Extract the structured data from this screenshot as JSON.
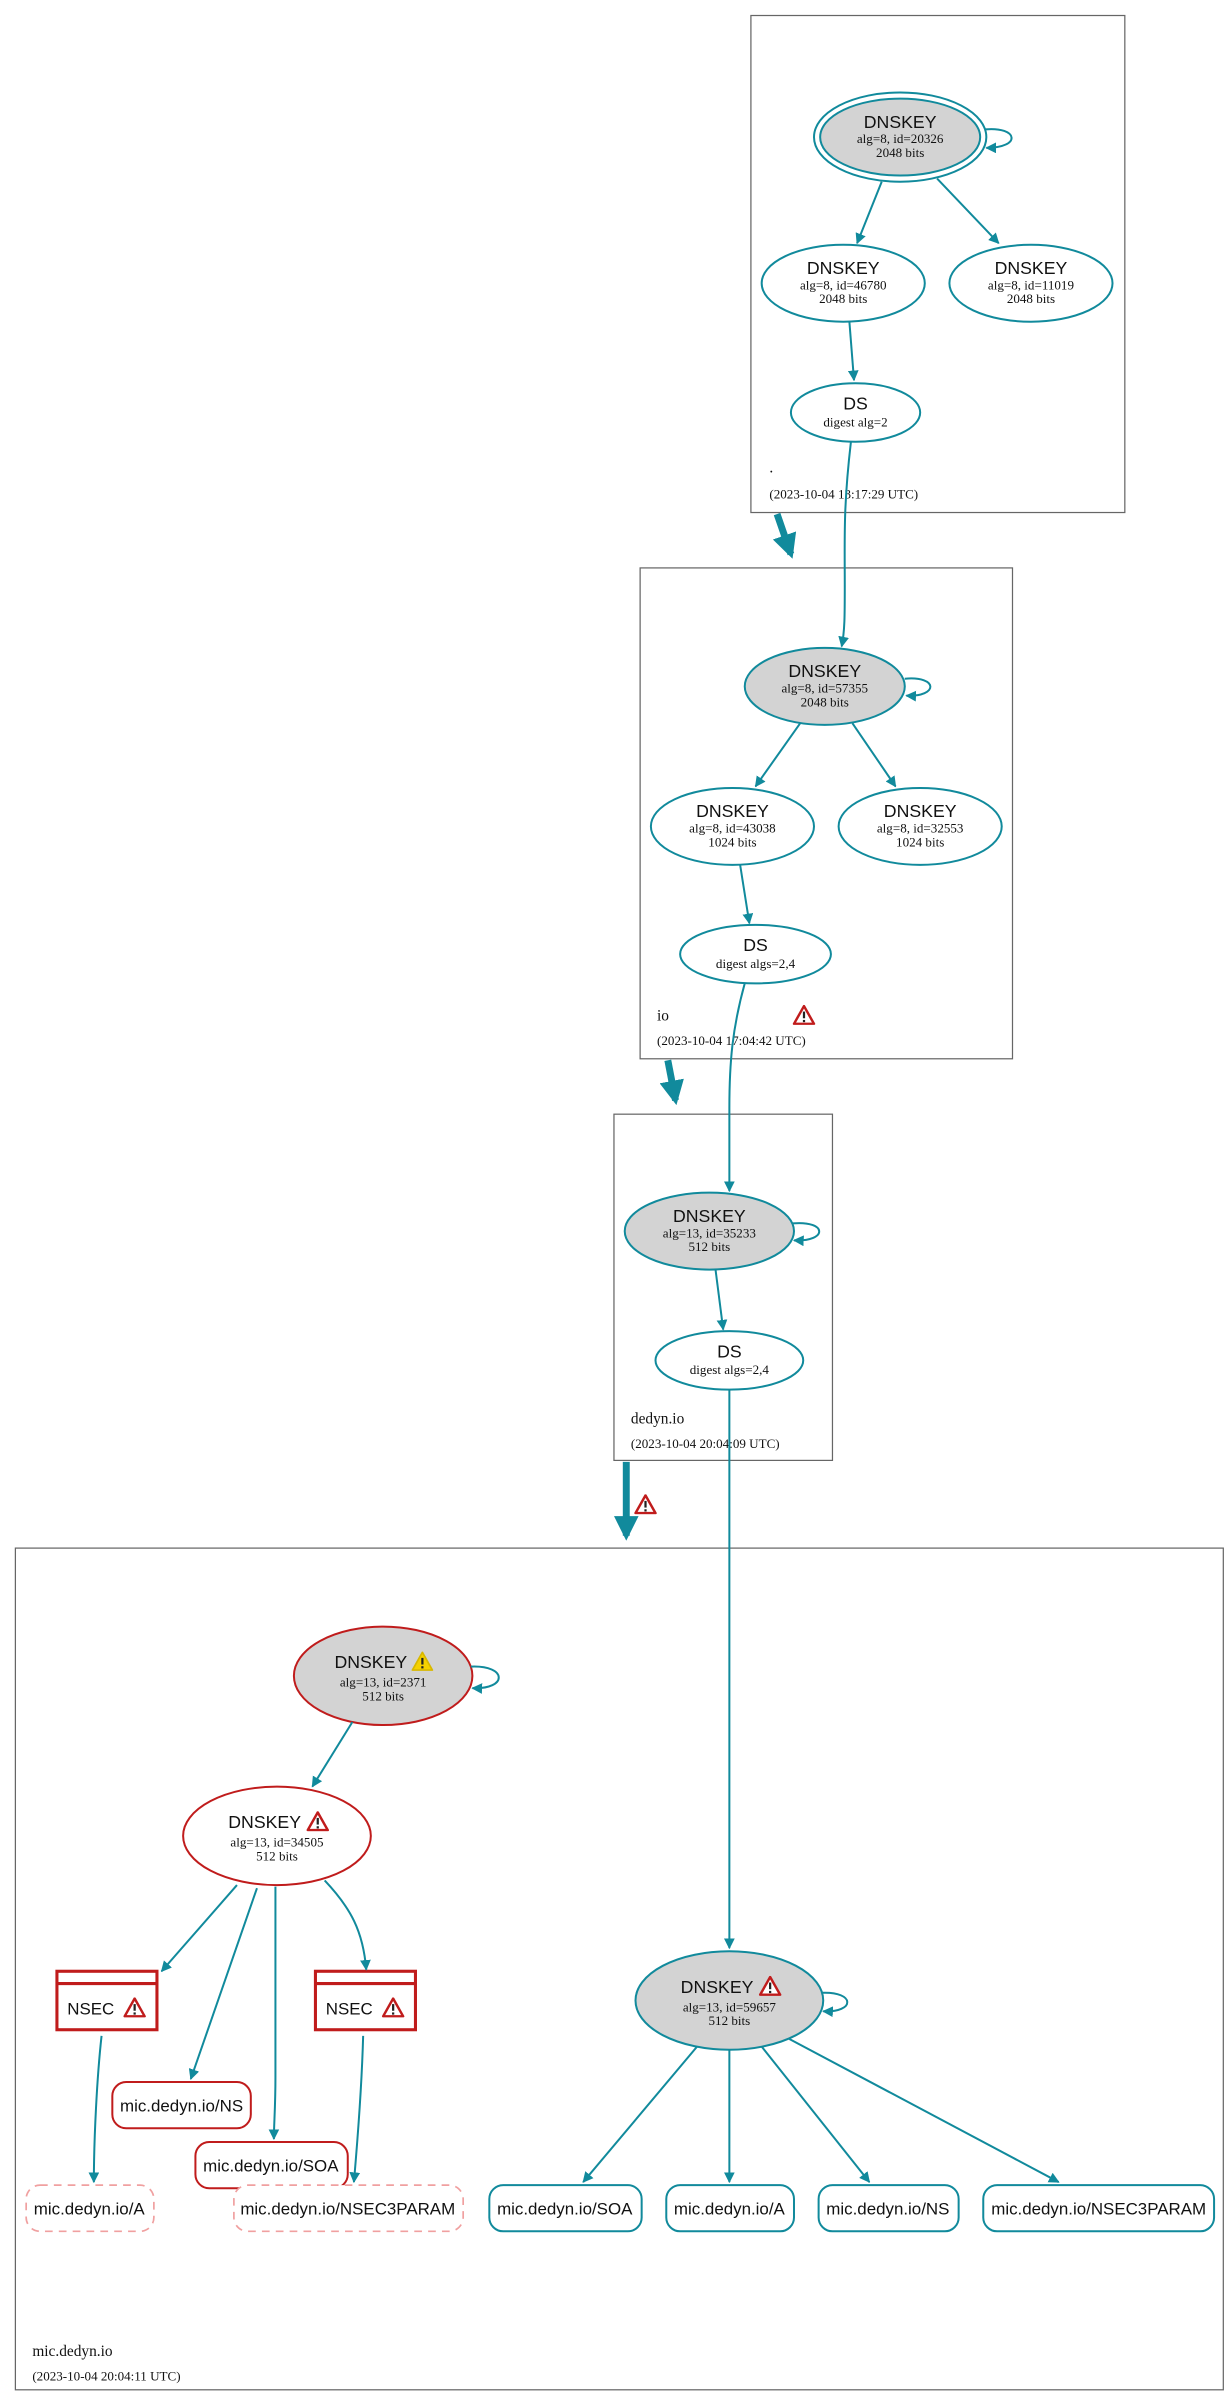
{
  "colors": {
    "teal": "#118a9c",
    "red": "#c01c1c",
    "key_fill": "#d3d3d3",
    "dashed": "#f0a0a0",
    "warning_yellow": "#f5d100"
  },
  "zones": [
    {
      "name": ".",
      "timestamp": "(2023-10-04 13:17:29 UTC)",
      "nodes": [
        {
          "type": "DNSKEY",
          "detail": "alg=8, id=20326",
          "bits": "2048 bits"
        },
        {
          "type": "DNSKEY",
          "detail": "alg=8, id=46780",
          "bits": "2048 bits"
        },
        {
          "type": "DNSKEY",
          "detail": "alg=8, id=11019",
          "bits": "2048 bits"
        },
        {
          "type": "DS",
          "detail": "digest alg=2"
        }
      ]
    },
    {
      "name": "io",
      "timestamp": "(2023-10-04 17:04:42 UTC)",
      "warning": "error-icon",
      "nodes": [
        {
          "type": "DNSKEY",
          "detail": "alg=8, id=57355",
          "bits": "2048 bits"
        },
        {
          "type": "DNSKEY",
          "detail": "alg=8, id=43038",
          "bits": "1024 bits"
        },
        {
          "type": "DNSKEY",
          "detail": "alg=8, id=32553",
          "bits": "1024 bits"
        },
        {
          "type": "DS",
          "detail": "digest algs=2,4"
        }
      ]
    },
    {
      "name": "dedyn.io",
      "timestamp": "(2023-10-04 20:04:09 UTC)",
      "nodes": [
        {
          "type": "DNSKEY",
          "detail": "alg=13, id=35233",
          "bits": "512 bits"
        },
        {
          "type": "DS",
          "detail": "digest algs=2,4"
        }
      ]
    },
    {
      "name": "mic.dedyn.io",
      "timestamp": "(2023-10-04 20:04:11 UTC)",
      "nodes": [
        {
          "type": "DNSKEY",
          "detail": "alg=13, id=2371",
          "bits": "512 bits",
          "status": "warning"
        },
        {
          "type": "DNSKEY",
          "detail": "alg=13, id=34505",
          "bits": "512 bits",
          "status": "error"
        },
        {
          "type": "DNSKEY",
          "detail": "alg=13, id=59657",
          "bits": "512 bits",
          "status": "error"
        },
        {
          "type": "NSEC",
          "status": "error"
        },
        {
          "type": "NSEC",
          "status": "error"
        }
      ],
      "records": {
        "invalid": [
          "mic.dedyn.io/NS",
          "mic.dedyn.io/SOA"
        ],
        "nonexistent": [
          "mic.dedyn.io/A",
          "mic.dedyn.io/NSEC3PARAM"
        ],
        "secure": [
          "mic.dedyn.io/SOA",
          "mic.dedyn.io/A",
          "mic.dedyn.io/NS",
          "mic.dedyn.io/NSEC3PARAM"
        ]
      }
    }
  ]
}
